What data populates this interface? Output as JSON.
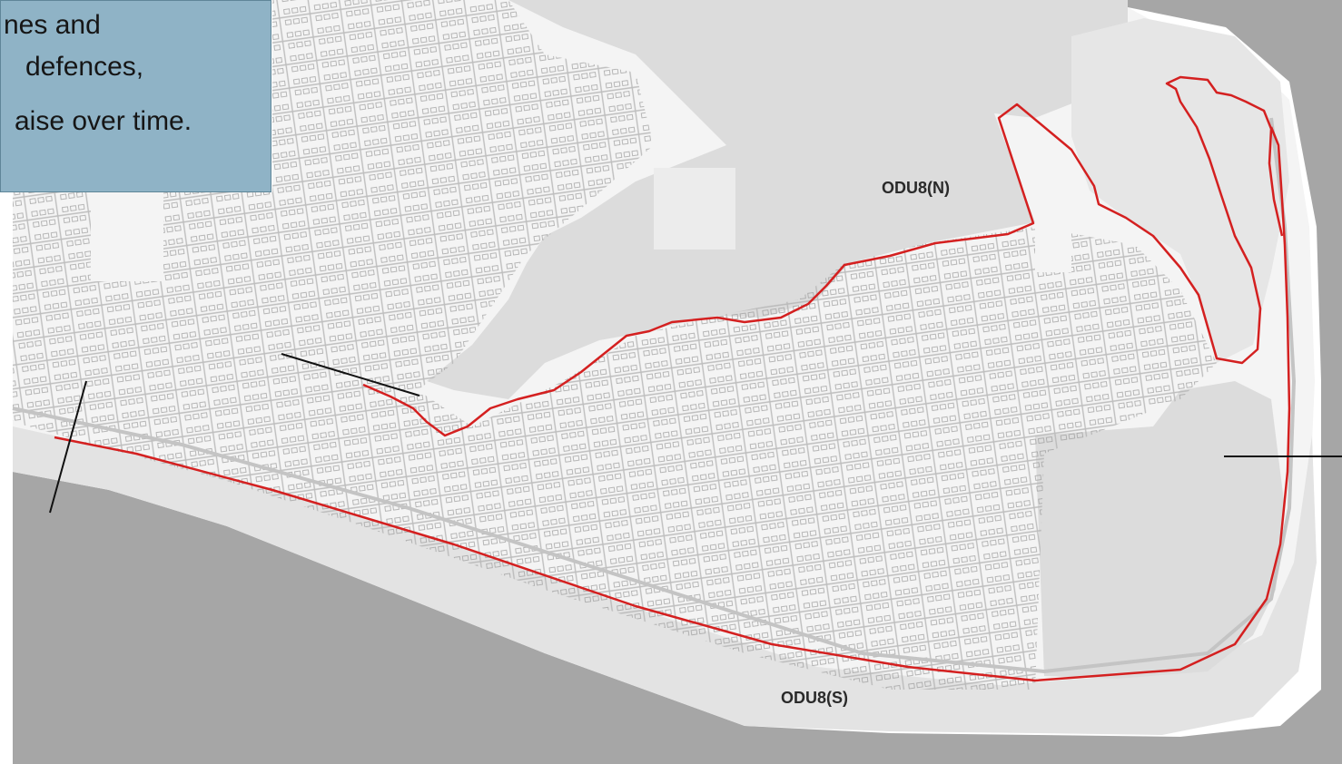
{
  "callout": {
    "lines": [
      "nes and",
      "defences,",
      "aise over time."
    ]
  },
  "zones": {
    "north": "ODU8(N)",
    "south": "ODU8(S)"
  },
  "colors": {
    "callout_bg": "#8fb3c6",
    "sea": "#a6a6a6",
    "land": "#f4f4f4",
    "beach": "#e3e3e3",
    "marsh": "#dcdcdc",
    "boundary": "#d42020",
    "leader_line": "#111111"
  }
}
